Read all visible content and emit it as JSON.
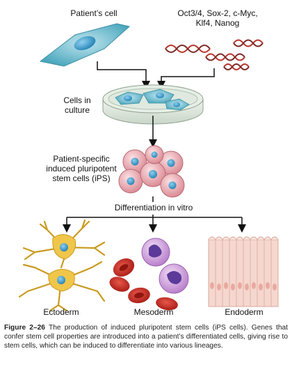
{
  "labels": {
    "patients_cell": "Patient’s cell",
    "factors_line1": "Oct3/4, Sox-2, c-Myc,",
    "factors_line2": "Klf4, Nanog",
    "culture_line1": "Cells in",
    "culture_line2": "culture",
    "ips_line1": "Patient-specific",
    "ips_line2": "induced pluripotent",
    "ips_line3": "stem cells (iPS)",
    "differentiation": "Differentiation in vitro",
    "ectoderm": "Ectoderm",
    "mesoderm": "Mesoderm",
    "endoderm": "Endoderm"
  },
  "caption": {
    "figure_number": "Figure 2–26",
    "text": "The production of induced pluripotent stem cells (iPS cells). Genes that confer stem cell properties are introduced into a patient’s differentiated cells, giving rise to stem cells, which can be induced to differentiate into various lineages."
  },
  "colors": {
    "cell_teal": "#5fb6c8",
    "nucleus_blue": "#2e8fbf",
    "ips_pink": "#e8a6ad",
    "neuron_yellow": "#f0c64a",
    "rbc_red": "#cc2a20",
    "wbc_purple": "#c98fd6",
    "endo_pink": "#f3cfc6",
    "dna_red": "#b8342c",
    "arrow_black": "#111111"
  }
}
